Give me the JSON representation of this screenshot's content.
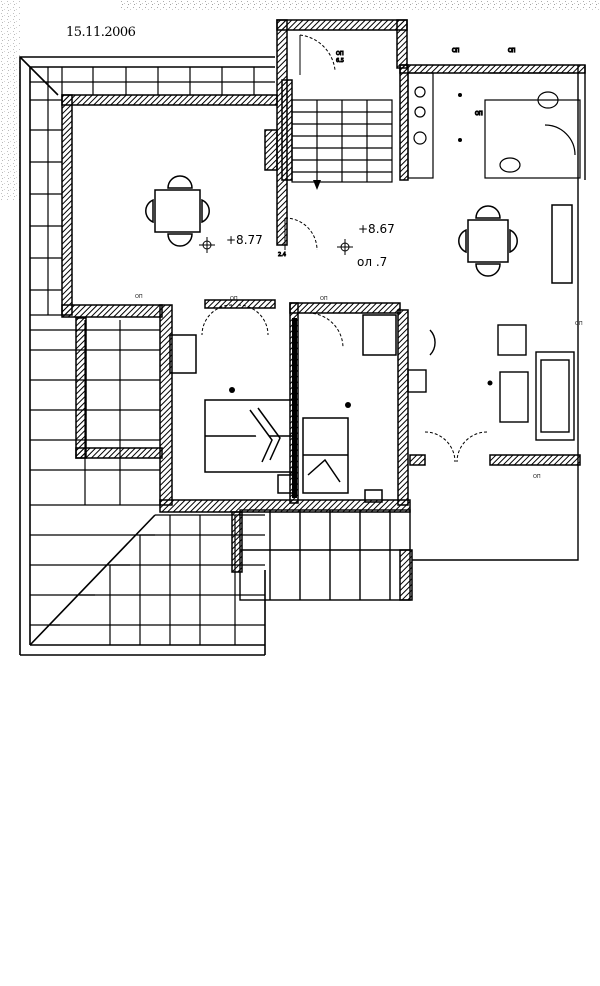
{
  "document": {
    "date": "15.11.2006"
  },
  "levels": {
    "living_left": "+8.77",
    "living_center": "+8.67",
    "level_note": "ол .7"
  }
}
